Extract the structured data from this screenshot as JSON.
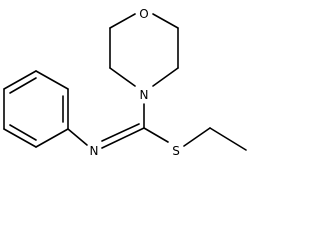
{
  "molecule": {
    "atoms": {
      "oxygen": "O",
      "morpholine_nitrogen": "N",
      "imine_nitrogen": "N",
      "sulfur": "S"
    }
  }
}
